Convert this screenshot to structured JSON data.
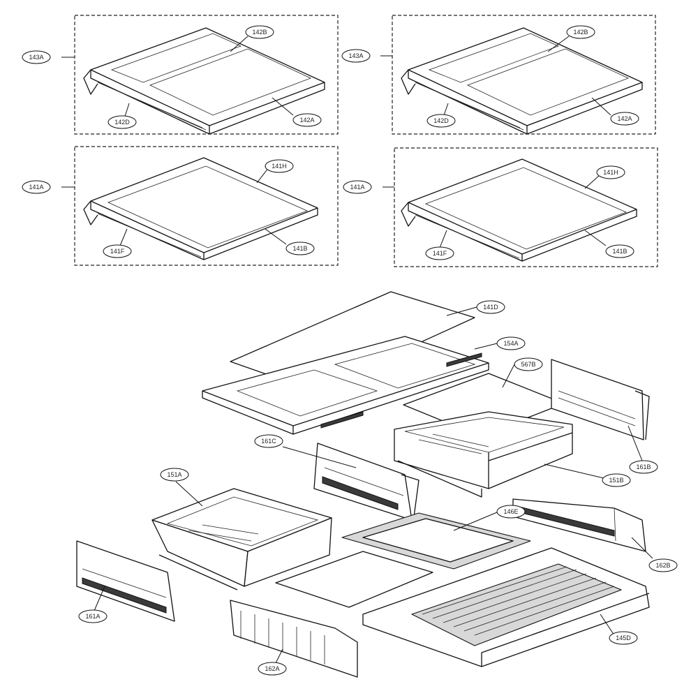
{
  "labels": {
    "l143A_1": "143A",
    "l142B_1": "142B",
    "l142D_1": "142D",
    "l142A_1": "142A",
    "l143A_2": "143A",
    "l142B_2": "142B",
    "l142D_2": "142D",
    "l142A_2": "142A",
    "l141A_1": "141A",
    "l141H_1": "141H",
    "l141F_1": "141F",
    "l141B_1": "141B",
    "l141A_2": "141A",
    "l141H_2": "141H",
    "l141F_2": "141F",
    "l141B_2": "141B",
    "l141D": "141D",
    "l154A": "154A",
    "l567B": "567B",
    "l161C": "161C",
    "l161B": "161B",
    "l151B": "151B",
    "l151A": "151A",
    "l146E": "146E",
    "l162B": "162B",
    "l161A": "161A",
    "l145D": "145D",
    "l162A": "162A"
  }
}
